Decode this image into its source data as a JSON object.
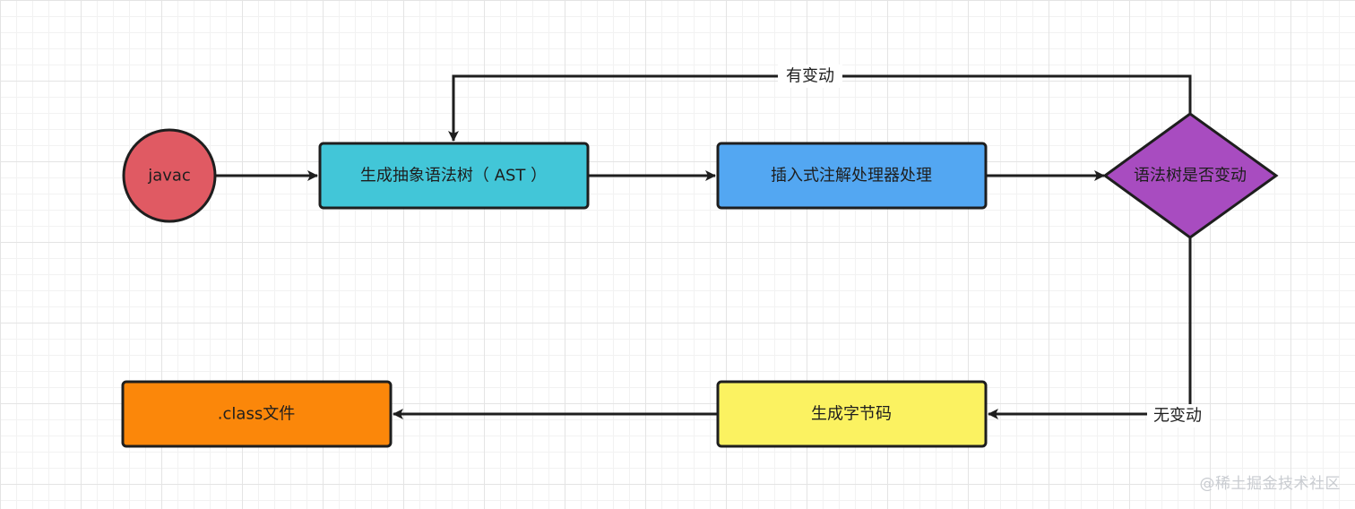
{
  "nodes": {
    "start": {
      "label": "javac",
      "shape": "circle",
      "color": "#e05a63"
    },
    "ast": {
      "label": "生成抽象语法树（ AST ）",
      "shape": "rect",
      "color": "#42c6d8"
    },
    "processor": {
      "label": "插入式注解处理器处理",
      "shape": "rect",
      "color": "#53a7f2"
    },
    "decision": {
      "label": "语法树是否变动",
      "shape": "diamond",
      "color": "#a84cc0"
    },
    "bytecode": {
      "label": "生成字节码",
      "shape": "rect",
      "color": "#fbf261"
    },
    "output": {
      "label": ".class文件",
      "shape": "rect",
      "color": "#fb870a"
    }
  },
  "edges": {
    "changed": {
      "label": "有变动",
      "from": "decision",
      "to": "ast"
    },
    "unchanged": {
      "label": "无变动",
      "from": "decision",
      "to": "bytecode"
    }
  },
  "style": {
    "stroke": "#1e1e1e",
    "grid": true
  },
  "watermark": "@稀土掘金技术社区"
}
